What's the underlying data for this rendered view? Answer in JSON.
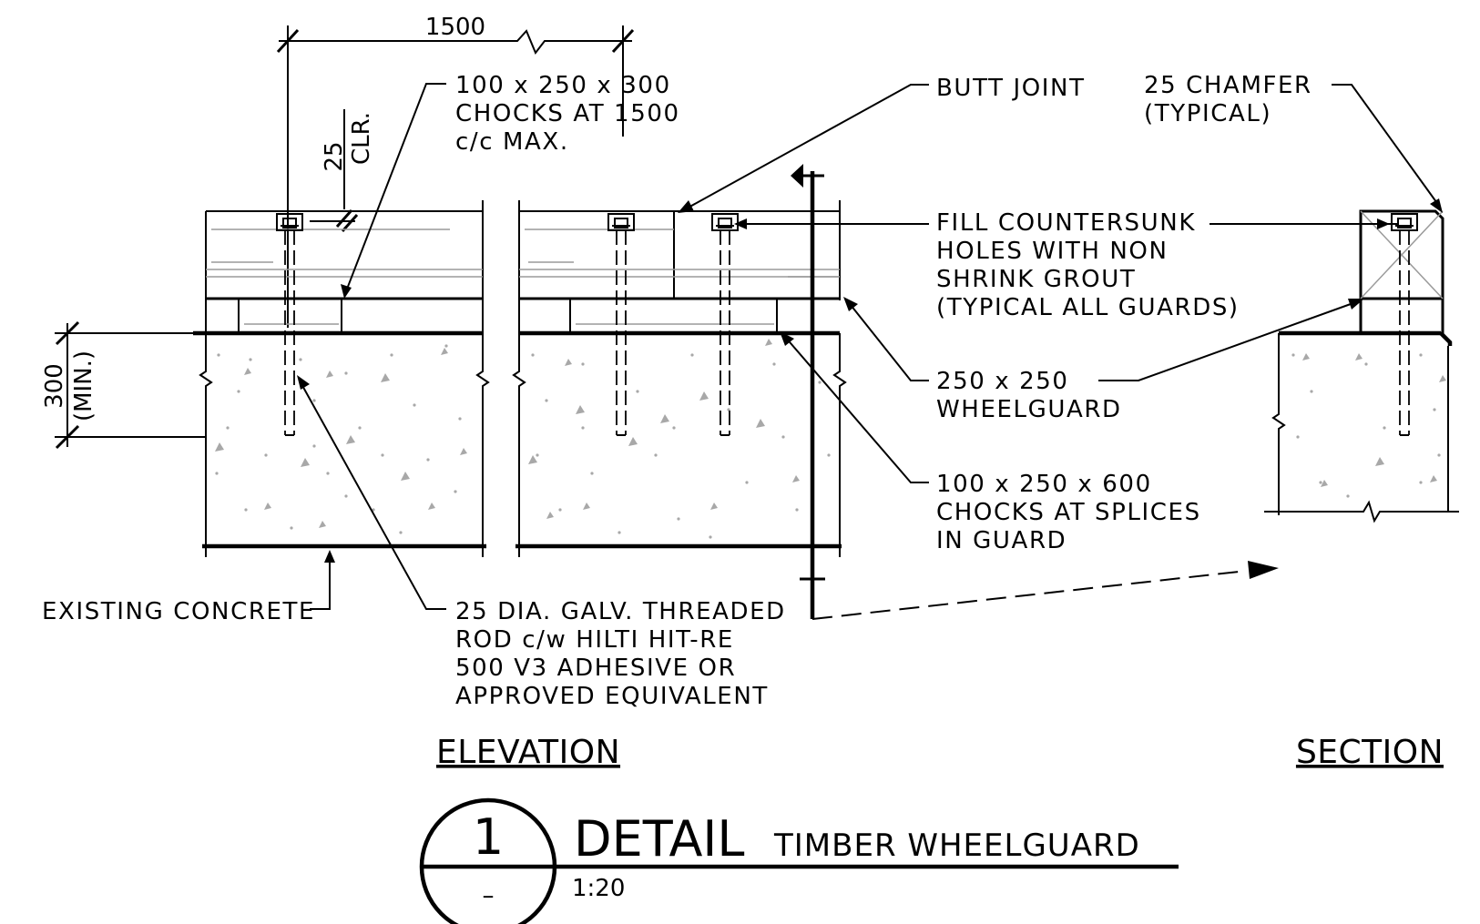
{
  "dimensions": {
    "spacing": "1500",
    "clearance_value": "25",
    "clearance_unit": "CLR.",
    "embed_value": "300",
    "embed_note": "(MIN.)"
  },
  "notes": {
    "chocks_1500": [
      "100 x 250 x 300",
      "CHOCKS AT 1500",
      "c/c MAX."
    ],
    "butt_joint": [
      "BUTT JOINT"
    ],
    "chamfer": [
      "25 CHAMFER",
      "(TYPICAL)"
    ],
    "fill_holes": [
      "FILL COUNTERSUNK",
      "HOLES WITH NON",
      "SHRINK GROUT",
      "(TYPICAL ALL GUARDS)"
    ],
    "wheelguard": [
      "250 x 250",
      "WHEELGUARD"
    ],
    "chocks_splices": [
      "100 x 250 x 600",
      "CHOCKS AT SPLICES",
      "IN GUARD"
    ],
    "existing_concrete": [
      "EXISTING CONCRETE"
    ],
    "threaded_rod": [
      "25 DIA. GALV. THREADED",
      "ROD c/w HILTI HIT-RE",
      "500 V3 ADHESIVE OR",
      "APPROVED EQUIVALENT"
    ]
  },
  "views": {
    "elevation": "ELEVATION",
    "section": "SECTION"
  },
  "title_block": {
    "detail_number": "1",
    "sheet_ref": "–",
    "title": "DETAIL",
    "subtitle": "TIMBER WHEELGUARD",
    "scale": "1:20"
  }
}
